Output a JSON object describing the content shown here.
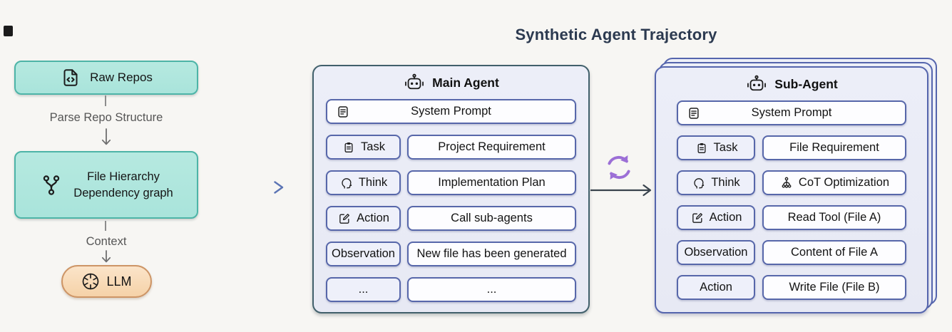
{
  "title": "Synthetic Agent Trajectory",
  "left_flow": {
    "raw_repos_label": "Raw Repos",
    "parse_label": "Parse Repo Structure",
    "hierarchy_line1": "File Hierarchy",
    "hierarchy_line2": "Dependency graph",
    "context_label": "Context",
    "llm_label": "LLM"
  },
  "main_agent": {
    "title": "Main Agent",
    "system_prompt": "System Prompt",
    "rows": [
      {
        "label": "Task",
        "content": "Project Requirement"
      },
      {
        "label": "Think",
        "content": "Implementation Plan"
      },
      {
        "label": "Action",
        "content": "Call sub-agents"
      },
      {
        "label": "Observation",
        "content": "New file has been generated"
      },
      {
        "label": "...",
        "content": "..."
      }
    ]
  },
  "sub_agent": {
    "title": "Sub-Agent",
    "system_prompt": "System Prompt",
    "rows": [
      {
        "label": "Task",
        "content": "File Requirement"
      },
      {
        "label": "Think",
        "content": "CoT Optimization"
      },
      {
        "label": "Action",
        "content": "Read Tool (File A)"
      },
      {
        "label": "Observation",
        "content": "Content of File A"
      },
      {
        "label": "Action",
        "content": "Write File (File B)"
      }
    ]
  },
  "icons": {
    "raw_repos": "file-code-icon",
    "hierarchy": "git-branch-icon",
    "llm": "openai-logo-icon",
    "agent_header": "robot-icon",
    "system_prompt": "document-lines-icon",
    "task": "clipboard-icon",
    "think": "head-profile-icon",
    "action": "edit-pencil-icon",
    "cot": "tree-branch-icon",
    "between_panels": "refresh-cycle-icon",
    "flow": "down-arrow-icon"
  },
  "colors": {
    "background": "#f7f6f3",
    "teal_fill": "#a9e4db",
    "teal_border": "#4db4a7",
    "orange_fill": "#f5d2a8",
    "orange_border": "#cd9566",
    "panel_fill": "#e7e9f4",
    "main_panel_border": "#41606b",
    "sub_panel_border": "#5565ad",
    "box_border": "#5767aa",
    "label_box_fill": "#eef0fa",
    "content_box_fill": "#fdfdff",
    "title_color": "#2c3a50",
    "muted_text": "#565656",
    "arrow_blue": "#5b74b4",
    "arrow_dark": "#39434d",
    "cycle_purple": "#9c6fd6"
  }
}
